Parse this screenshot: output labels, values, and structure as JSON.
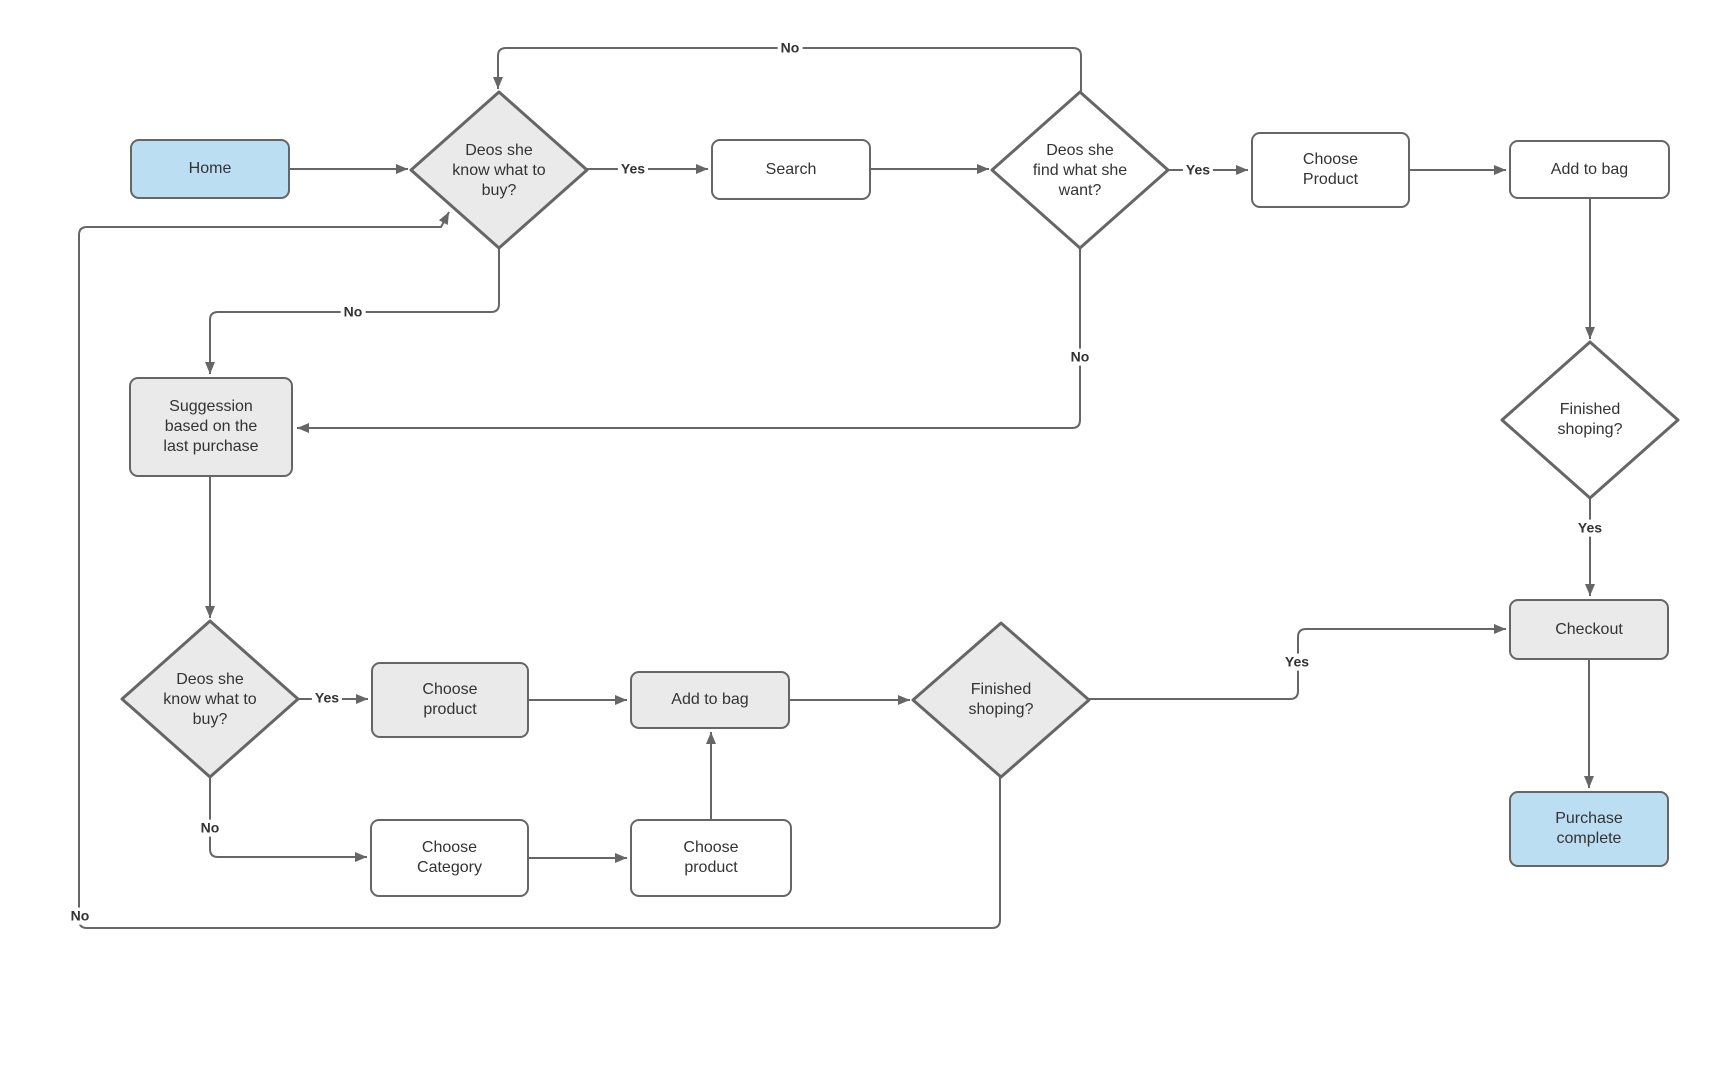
{
  "nodes": {
    "home": {
      "label": "Home"
    },
    "know_what_to_buy_1": {
      "label": "Deos she\nknow what to\nbuy?"
    },
    "search": {
      "label": "Search"
    },
    "find_what_she_want": {
      "label": "Deos she\nfind what she\nwant?"
    },
    "choose_product_top": {
      "label": "Choose\nProduct"
    },
    "add_to_bag_top": {
      "label": "Add to bag"
    },
    "finished_shopping_right": {
      "label": "Finished\nshoping?"
    },
    "checkout": {
      "label": "Checkout"
    },
    "purchase_complete": {
      "label": "Purchase\ncomplete"
    },
    "suggestion": {
      "label": "Suggession\nbased on the\nlast purchase"
    },
    "know_what_to_buy_2": {
      "label": "Deos she\nknow what to\nbuy?"
    },
    "choose_product_mid": {
      "label": "Choose\nproduct"
    },
    "add_to_bag_mid": {
      "label": "Add to bag"
    },
    "choose_category": {
      "label": "Choose\nCategory"
    },
    "choose_product_bottom": {
      "label": "Choose\nproduct"
    },
    "finished_shopping_bottom": {
      "label": "Finished\nshoping?"
    }
  },
  "edge_labels": {
    "yes_to_search": "Yes",
    "yes_to_choose_product": "Yes",
    "yes_to_checkout": "Yes",
    "yes_to_choose_product_2": "Yes",
    "yes_to_checkout_2": "Yes",
    "no_loop_top": "No",
    "no_to_suggestion_from_know": "No",
    "no_to_suggestion_from_find": "No",
    "no_to_choose_category": "No",
    "no_loop_bottom": "No"
  },
  "colors": {
    "stroke": "#666666",
    "text": "#333333",
    "blue_fill": "#bcdef2",
    "gray_fill": "#eaeaea",
    "white_fill": "#ffffff"
  }
}
